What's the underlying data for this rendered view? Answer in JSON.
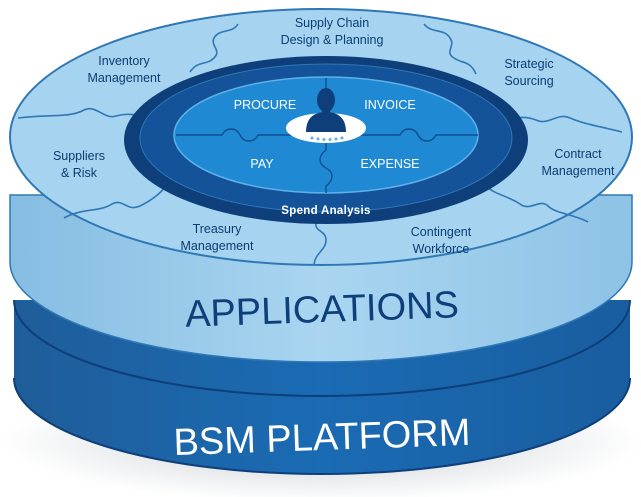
{
  "outer_segments": [
    {
      "lines": [
        "Supply Chain",
        "Design & Planning"
      ]
    },
    {
      "lines": [
        "Strategic",
        "Sourcing"
      ]
    },
    {
      "lines": [
        "Contract",
        "Management"
      ]
    },
    {
      "lines": [
        "Contingent",
        "Workforce"
      ]
    },
    {
      "lines": [
        "Treasury",
        "Management"
      ]
    },
    {
      "lines": [
        "Suppliers",
        "& Risk"
      ]
    },
    {
      "lines": [
        "Inventory",
        "Management"
      ]
    }
  ],
  "inner_quadrants": {
    "top_left": "PROCURE",
    "top_right": "INVOICE",
    "bottom_left": "PAY",
    "bottom_right": "EXPENSE"
  },
  "ring_label": "Spend Analysis",
  "middle_band_label": "APPLICATIONS",
  "base_label": "BSM PLATFORM",
  "center_icon": "person-bust-icon",
  "colors": {
    "outer_top": "#a6d3ef",
    "outer_stroke": "#2f78b5",
    "middle_band": "#9cccec",
    "base_band": "#1b5da3",
    "base_dark": "#0e3f7a",
    "dark_ring": "#0e3f7a",
    "ring_mid": "#14529a",
    "inner_disk": "#1f8ad3",
    "label_text": "#0b3d73"
  }
}
